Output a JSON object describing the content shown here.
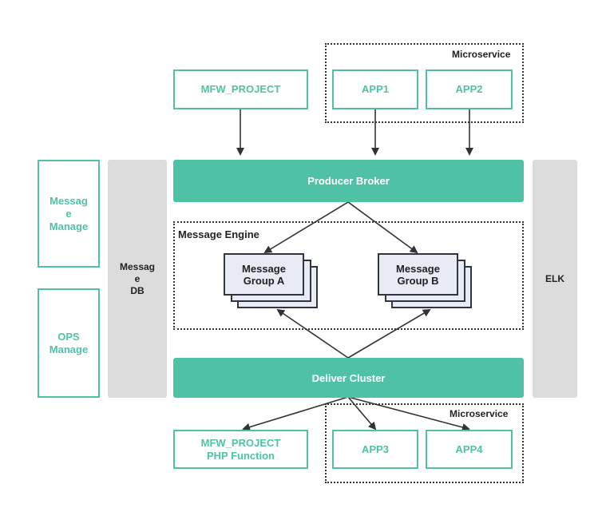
{
  "top": {
    "mfw_project": "MFW_PROJECT",
    "microservice_label": "Microservice",
    "app1": "APP1",
    "app2": "APP2"
  },
  "left": {
    "message_manage": [
      "Messag",
      "e",
      "Manage"
    ],
    "ops_manage": [
      "OPS",
      "Manage"
    ]
  },
  "message_db": [
    "Messag",
    "e",
    "DB"
  ],
  "elk": "ELK",
  "producer_broker": "Producer Broker",
  "engine": {
    "label": "Message Engine",
    "group_a": [
      "Message",
      "Group A"
    ],
    "group_b": [
      "Message",
      "Group B"
    ]
  },
  "deliver_cluster": "Deliver Cluster",
  "bottom": {
    "mfw_project_php": [
      "MFW_PROJECT",
      "PHP Function"
    ],
    "microservice_label": "Microservice",
    "app3": "APP3",
    "app4": "APP4"
  },
  "colors": {
    "accent": "#4fc2a6",
    "gray": "#dcdcdc",
    "card_fill": "#e8eaf4",
    "line": "#333333"
  }
}
